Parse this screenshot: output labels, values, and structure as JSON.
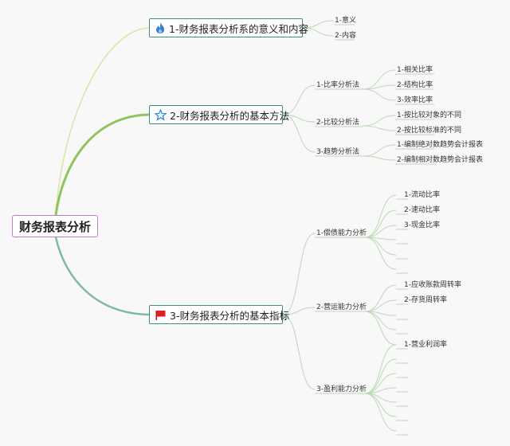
{
  "root": {
    "label": "财务报表分析"
  },
  "branches": [
    {
      "label": "1-财务报表分析系的意义和内容",
      "icon": "flame-icon",
      "children": [
        {
          "label": "1-意义",
          "children": []
        },
        {
          "label": "2-内容",
          "children": []
        }
      ]
    },
    {
      "label": "2-财务报表分析的基本方法",
      "icon": "star-icon",
      "children": [
        {
          "label": "1-比率分析法",
          "children": [
            "1-相关比率",
            "2-结构比率",
            "3-效率比率"
          ]
        },
        {
          "label": "2-比较分析法",
          "children": [
            "1-按比较对象的不同",
            "2-按比较标准的不同"
          ]
        },
        {
          "label": "3-趋势分析法",
          "children": [
            "1-编制绝对数趋势会计报表",
            "2-编制相对数趋势会计报表"
          ]
        }
      ]
    },
    {
      "label": "3-财务报表分析的基本指标",
      "icon": "flag-icon",
      "children": [
        {
          "label": "1-偿债能力分析",
          "children": [
            "1-流动比率",
            "2-速动比率",
            "3-现金比率",
            "",
            "",
            ""
          ]
        },
        {
          "label": "2-营运能力分析",
          "children": [
            "1-应收账款周转率",
            "2-存货周转率",
            "",
            "",
            ""
          ]
        },
        {
          "label": "3-盈利能力分析",
          "children": [
            "1-营业利润率",
            "",
            "",
            "",
            "",
            "",
            ""
          ]
        }
      ]
    }
  ],
  "colors": {
    "root_border": "#c27ad6",
    "branch_border": "#3d8f7c",
    "branch1_line": "#d6e6a6",
    "branch2_line": "#8fc45a",
    "branch3_line": "#7fb9a3",
    "leaf_line": "#bcd8b6"
  }
}
